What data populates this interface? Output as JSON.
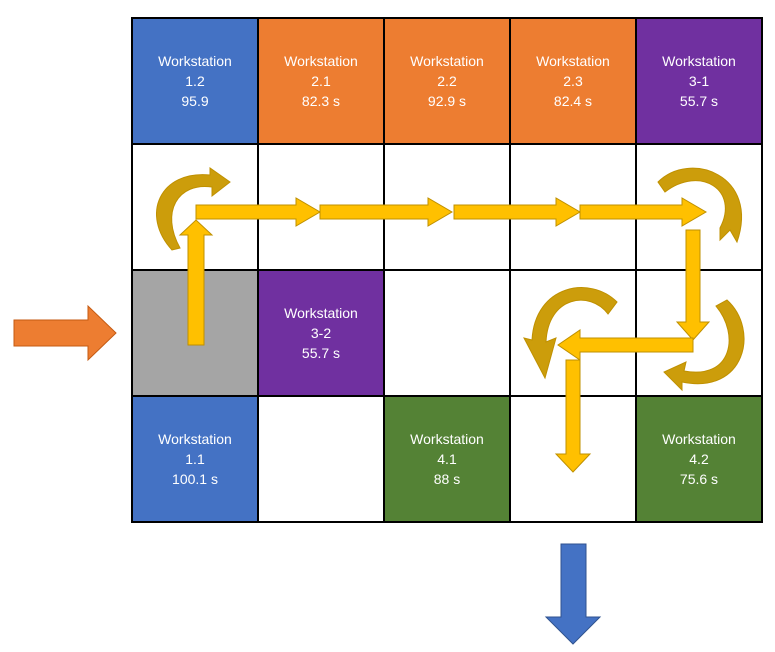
{
  "colors": {
    "blue": "#4472C4",
    "orange": "#ED7D31",
    "purple": "#7030A0",
    "green": "#548235",
    "gray": "#A5A5A5",
    "empty": "#FFFFFF",
    "grid_line": "#000000",
    "flow_arrow": "#FFC000",
    "flow_arrow_edge": "#BF9000",
    "curved_arrow": "#CC9D0B",
    "input_arrow": "#ED7D31",
    "output_arrow": "#4472C4"
  },
  "cells": [
    {
      "id": "ws-1-2",
      "row": 0,
      "col": 0,
      "color": "blue",
      "lines": [
        "Workstation",
        "1.2",
        "95.9"
      ]
    },
    {
      "id": "ws-2-1",
      "row": 0,
      "col": 1,
      "color": "orange",
      "lines": [
        "Workstation",
        "2.1",
        "82.3 s"
      ]
    },
    {
      "id": "ws-2-2",
      "row": 0,
      "col": 2,
      "color": "orange",
      "lines": [
        "Workstation",
        "2.2",
        "92.9 s"
      ]
    },
    {
      "id": "ws-2-3",
      "row": 0,
      "col": 3,
      "color": "orange",
      "lines": [
        "Workstation",
        "2.3",
        "82.4 s"
      ]
    },
    {
      "id": "ws-3-1",
      "row": 0,
      "col": 4,
      "color": "purple",
      "lines": [
        "Workstation",
        "3-1",
        "55.7 s"
      ]
    },
    {
      "id": "empty-r1c0",
      "row": 1,
      "col": 0,
      "color": "empty",
      "lines": []
    },
    {
      "id": "empty-r1c1",
      "row": 1,
      "col": 1,
      "color": "empty",
      "lines": []
    },
    {
      "id": "empty-r1c2",
      "row": 1,
      "col": 2,
      "color": "empty",
      "lines": []
    },
    {
      "id": "empty-r1c3",
      "row": 1,
      "col": 3,
      "color": "empty",
      "lines": []
    },
    {
      "id": "empty-r1c4",
      "row": 1,
      "col": 4,
      "color": "empty",
      "lines": []
    },
    {
      "id": "entry-cell",
      "row": 2,
      "col": 0,
      "color": "gray",
      "lines": []
    },
    {
      "id": "ws-3-2",
      "row": 2,
      "col": 1,
      "color": "purple",
      "lines": [
        "Workstation",
        "3-2",
        "55.7 s"
      ]
    },
    {
      "id": "empty-r2c2",
      "row": 2,
      "col": 2,
      "color": "empty",
      "lines": []
    },
    {
      "id": "empty-r2c3",
      "row": 2,
      "col": 3,
      "color": "empty",
      "lines": []
    },
    {
      "id": "empty-r2c4",
      "row": 2,
      "col": 4,
      "color": "empty",
      "lines": []
    },
    {
      "id": "ws-1-1",
      "row": 3,
      "col": 0,
      "color": "blue",
      "lines": [
        "Workstation",
        "1.1",
        "100.1 s"
      ]
    },
    {
      "id": "empty-r3c1",
      "row": 3,
      "col": 1,
      "color": "empty",
      "lines": []
    },
    {
      "id": "ws-4-1",
      "row": 3,
      "col": 2,
      "color": "green",
      "lines": [
        "Workstation",
        "4.1",
        "88 s"
      ]
    },
    {
      "id": "empty-r3c3",
      "row": 3,
      "col": 3,
      "color": "empty",
      "lines": []
    },
    {
      "id": "ws-4-2",
      "row": 3,
      "col": 4,
      "color": "green",
      "lines": [
        "Workstation",
        "4.2",
        "75.6 s"
      ]
    }
  ]
}
